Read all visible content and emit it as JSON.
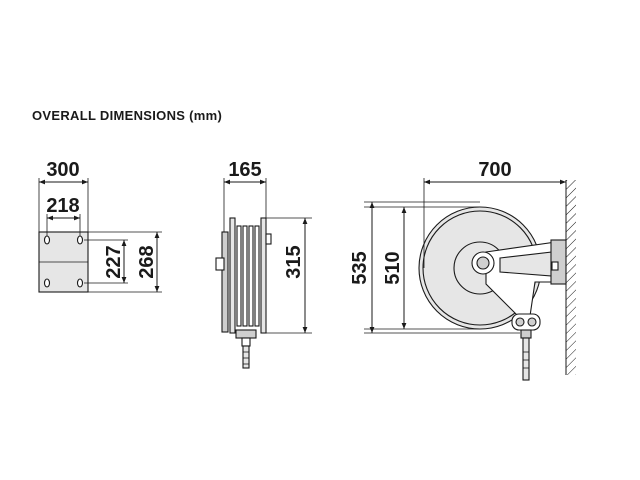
{
  "title": "OVERALL DIMENSIONS (mm)",
  "front_view": {
    "width_outer": "300",
    "width_holes": "218",
    "height_holes": "227",
    "height_outer": "268"
  },
  "side_view": {
    "width": "165",
    "height": "315"
  },
  "main_view": {
    "width": "700",
    "height_total": "535",
    "height_reel": "510"
  }
}
